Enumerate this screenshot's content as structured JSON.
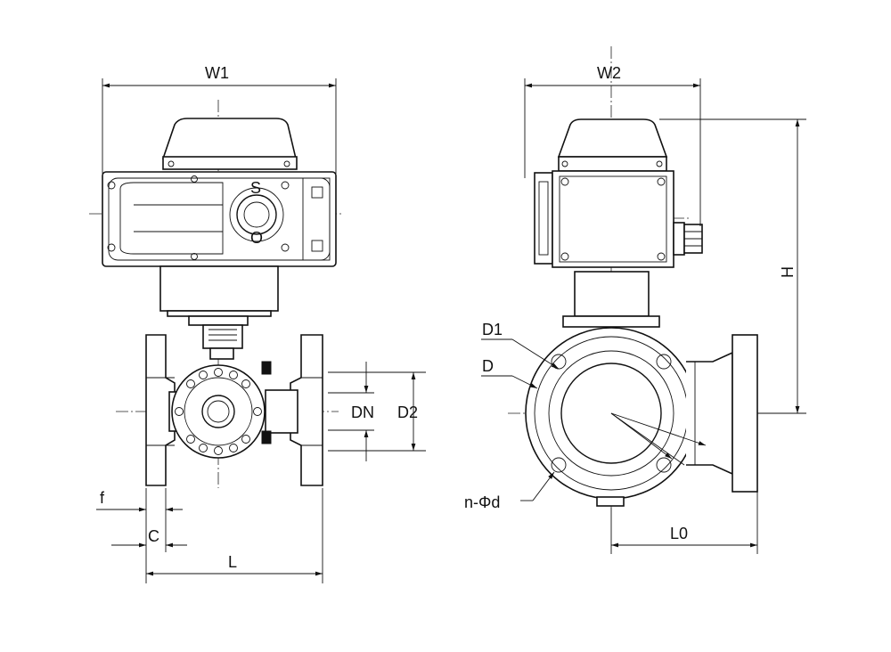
{
  "labels": {
    "w1": "W1",
    "w2": "W2",
    "dn": "DN",
    "d2": "D2",
    "f": "f",
    "c": "C",
    "l": "L",
    "d1": "D1",
    "d": "D",
    "nphid": "n-Φd",
    "l0": "L0",
    "h": "H"
  },
  "actuator_markings": {
    "shut": "S",
    "open": "O"
  },
  "colors": {
    "line": "#111111",
    "background": "#ffffff"
  }
}
